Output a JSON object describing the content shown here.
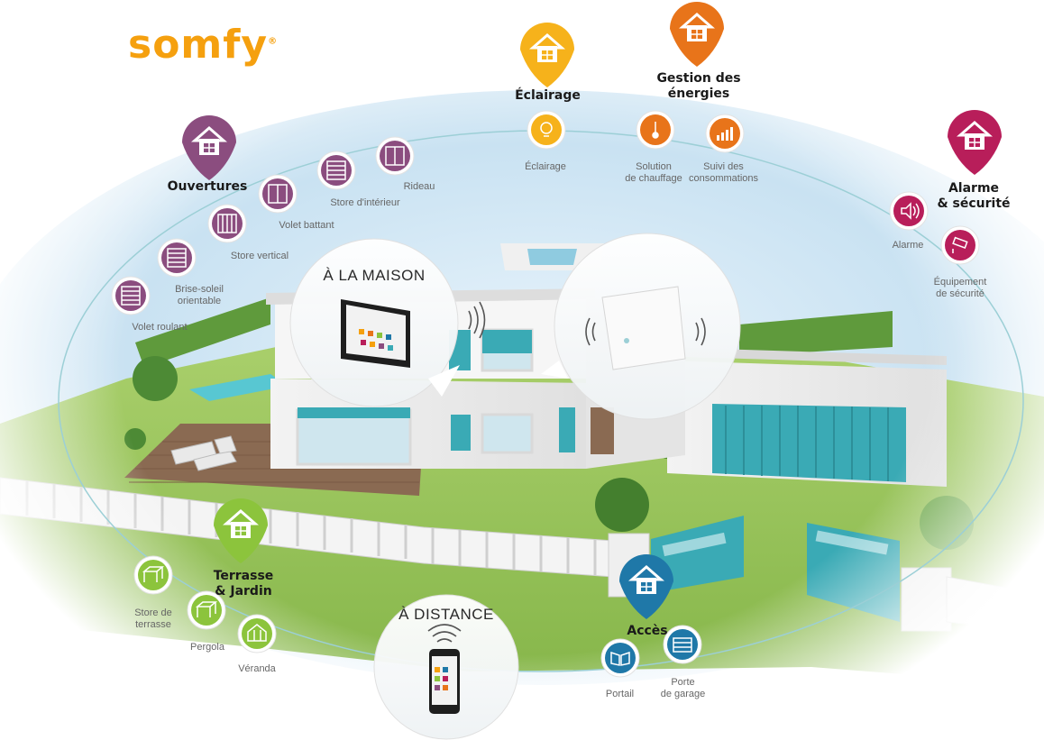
{
  "brand": {
    "name": "somfy",
    "color": "#f5a00f"
  },
  "zones": {
    "home": {
      "title": "À LA MAISON"
    },
    "remote": {
      "title": "À DISTANCE"
    }
  },
  "categories": {
    "openings": {
      "title": "Ouvertures",
      "color": "#8b4d7f",
      "icon": "house-pin-icon"
    },
    "lighting": {
      "title": "Éclairage",
      "color": "#f6b21b",
      "icon": "house-pin-icon"
    },
    "energy": {
      "title": "Gestion des\nénergies",
      "color": "#e8741a",
      "icon": "house-pin-icon"
    },
    "alarm": {
      "title": "Alarme\n& sécurité",
      "color": "#b81e5a",
      "icon": "house-pin-icon"
    },
    "garden": {
      "title": "Terrasse\n& Jardin",
      "color": "#8cc43c",
      "icon": "house-pin-icon"
    },
    "access": {
      "title": "Accès",
      "color": "#1f78a8",
      "icon": "house-pin-icon"
    }
  },
  "items": {
    "rideau": "Rideau",
    "store_interieur": "Store d'intérieur",
    "volet_battant": "Volet battant",
    "store_vertical": "Store vertical",
    "brise_soleil": "Brise-soleil\norientable",
    "volet_roulant": "Volet roulant",
    "eclairage": "Éclairage",
    "solution_chauffage": "Solution\nde chauffage",
    "suivi_consommations": "Suivi des\nconsommations",
    "alarme": "Alarme",
    "equipement_securite": "Équipement\nde sécurité",
    "store_terrasse": "Store de\nterrasse",
    "pergola": "Pergola",
    "veranda": "Véranda",
    "portail": "Portail",
    "porte_garage": "Porte\nde garage"
  },
  "colors": {
    "ring": "#9ccfd6",
    "lawn": "#9cc55a",
    "teal_shutter": "#3aaab5",
    "deck": "#8a6a52",
    "pool": "#58c7d2"
  }
}
